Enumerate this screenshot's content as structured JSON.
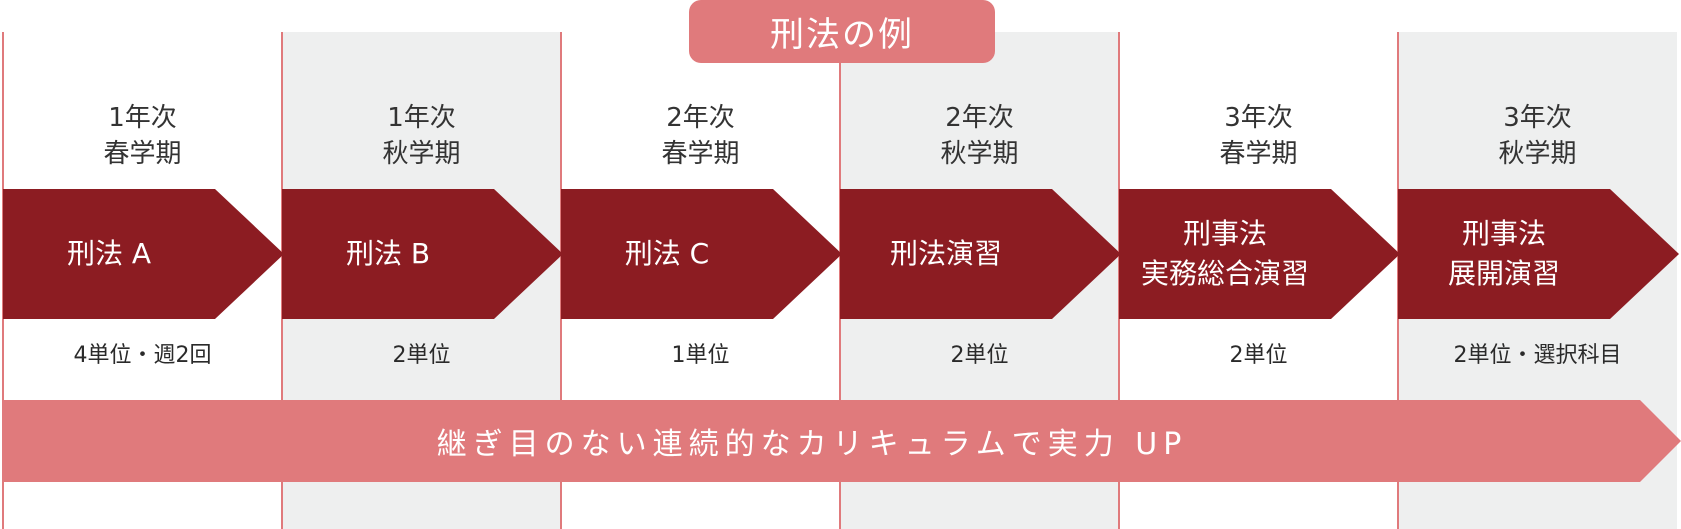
{
  "title": "刑法の例",
  "columns": [
    {
      "year": "1年次",
      "semester": "春学期",
      "course": [
        "刑法 A"
      ],
      "credits": "4単位・週2回"
    },
    {
      "year": "1年次",
      "semester": "秋学期",
      "course": [
        "刑法 B"
      ],
      "credits": "2単位"
    },
    {
      "year": "2年次",
      "semester": "春学期",
      "course": [
        "刑法 C"
      ],
      "credits": "1単位"
    },
    {
      "year": "2年次",
      "semester": "秋学期",
      "course": [
        "刑法演習"
      ],
      "credits": "2単位"
    },
    {
      "year": "3年次",
      "semester": "春学期",
      "course": [
        "刑事法",
        "実務総合演習"
      ],
      "credits": "2単位"
    },
    {
      "year": "3年次",
      "semester": "秋学期",
      "course": [
        "刑事法",
        "展開演習"
      ],
      "credits": "2単位・選択科目"
    }
  ],
  "banner": "継ぎ目のない連続的なカリキュラムで実力 UP",
  "colors": {
    "accent": "#e07a7c",
    "arrow": "#8c1c22",
    "shade": "#eeefef"
  }
}
